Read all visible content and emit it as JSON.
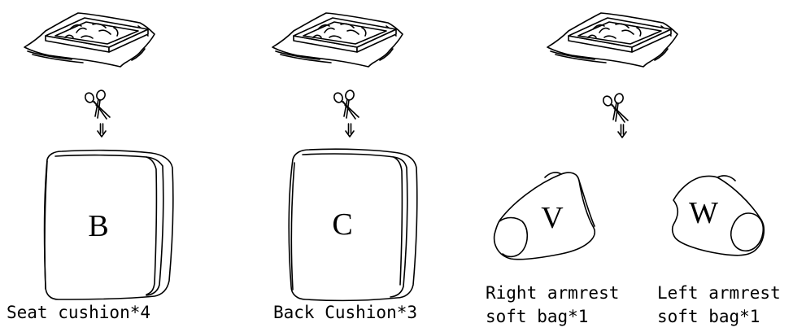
{
  "items": [
    {
      "letter": "B",
      "caption_lines": [
        "Seat cushion*4"
      ]
    },
    {
      "letter": "C",
      "caption_lines": [
        "Back Cushion*3"
      ]
    },
    {
      "letter": "V",
      "caption_lines": [
        "Right armrest",
        "soft bag*1"
      ]
    },
    {
      "letter": "W",
      "caption_lines": [
        "Left armrest",
        "soft bag*1"
      ]
    }
  ],
  "icons": {
    "package": "vacuum-packed-package-icon",
    "cut": "scissors-icon",
    "arrow": "down-arrow-icon"
  }
}
